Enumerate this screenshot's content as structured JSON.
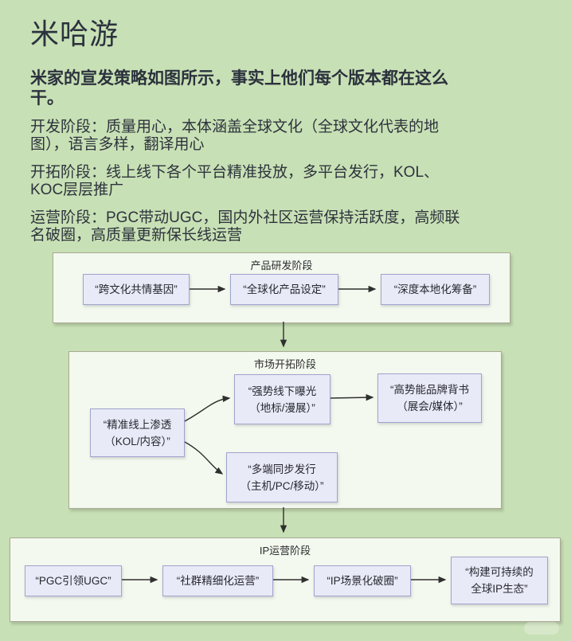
{
  "header": {
    "title": "米哈游",
    "intro": {
      "line1": "米家的宣发策略如图所示，事实上他们每个版本都在这么",
      "line2": "干。"
    },
    "paragraphs": [
      {
        "line1": "开发阶段：质量用心，本体涵盖全球文化（全球文化代表的地",
        "line2": "图），语言多样，翻译用心"
      },
      {
        "line1": "开拓阶段：线上线下各个平台精准投放，多平台发行，KOL、",
        "line2": "KOC层层推广"
      },
      {
        "line1": "运营阶段：PGC带动UGC，国内外社区运营保持活跃度，高频联",
        "line2": "名破圈，高质量更新保长线运营"
      }
    ]
  },
  "flowchart": {
    "stage1": {
      "label": "产品研发阶段",
      "node1": "“跨文化共情基因”",
      "node2": "“全球化产品设定”",
      "node3": "“深度本地化筹备”"
    },
    "stage2": {
      "label": "市场开拓阶段",
      "left": {
        "line1": "“精准线上渗透",
        "line2": "（KOL/内容）”"
      },
      "top_mid": {
        "line1": "“强势线下曝光",
        "line2": "（地标/漫展）”"
      },
      "top_right": {
        "line1": "“高势能品牌背书",
        "line2": "（展会/媒体）”"
      },
      "bottom_mid": {
        "line1": "“多端同步发行",
        "line2": "（主机/PC/移动）”"
      }
    },
    "stage3": {
      "label": "IP运营阶段",
      "node1": "“PGC引领UGC”",
      "node2": "“社群精细化运营”",
      "node3": "“IP场景化破圈”",
      "node4": {
        "line1": "“构建可持续的",
        "line2": "全球IP生态”"
      }
    }
  },
  "colors": {
    "page_background": "#c8e0b5",
    "panel_background": "#f3f9ee",
    "panel_border": "#a9a896",
    "node_background": "#e9eaf8",
    "node_border": "#a0a4cc",
    "text": "#2c323c",
    "arrow": "#2f2f2f"
  }
}
